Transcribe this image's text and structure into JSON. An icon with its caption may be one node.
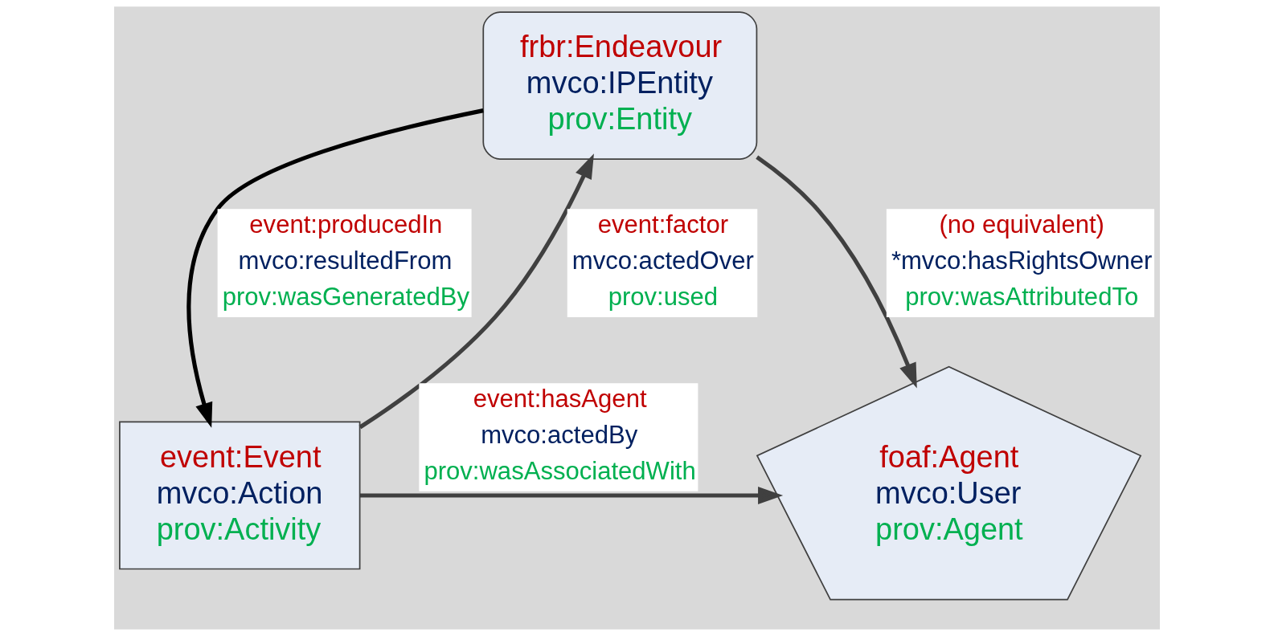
{
  "diagram": {
    "nodes": [
      {
        "text": [
          "frbr:Endeavour",
          "mvco:IPEntity",
          "prov:Entity"
        ]
      },
      {
        "text": [
          "foaf:Agent",
          "mvco:User",
          "prov:Agent"
        ]
      },
      {
        "text": [
          "event:Event",
          "mvco:Action",
          "prov:Activity"
        ]
      }
    ],
    "edges": [
      {
        "from": 0,
        "to": 1,
        "arrow": "to",
        "label": "(no equivalent) *mvco:hasRightsOwner prov:wasAttributedTo"
      },
      {
        "from": 0,
        "to": 2,
        "arrow": "to",
        "label": "event:producedIn mvco:resultedFrom prov:wasGeneratedBy",
        "color": "#000000"
      },
      {
        "from": 2,
        "to": 0,
        "arrow": "to",
        "label": "event:factor mvco:actedOver prov:used"
      },
      {
        "from": 2,
        "to": 1,
        "arrow": "to",
        "label": "event:hasAgent mvco:actedBy prov:wasAssociatedWith"
      }
    ]
  }
}
